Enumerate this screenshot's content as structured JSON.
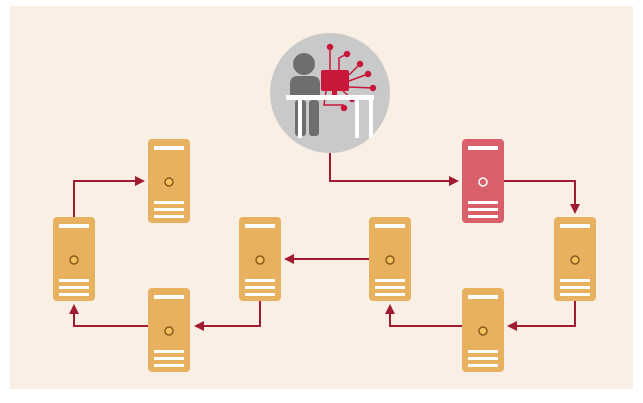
{
  "colors": {
    "background": "#f9efe4",
    "server_body": "#e8b15f",
    "server_slot": "#ffffff",
    "server_led_fill": "#f3c25f",
    "server_led_ring": "#8a5a1c",
    "compromised_server": "#d9606a",
    "arrow": "#a01b30",
    "operator_circle": "#c9c9c9",
    "person": "#6e6e6e",
    "monitor": "#c8173a",
    "desk": "#ffffff"
  },
  "icons": {
    "operator": "hacker-at-computer-icon",
    "server": "server-tower-icon",
    "compromised": "compromised-server-icon"
  },
  "diagram": {
    "servers": [
      {
        "id": "left-top",
        "state": "normal"
      },
      {
        "id": "left-outer",
        "state": "normal"
      },
      {
        "id": "left-bottom",
        "state": "normal"
      },
      {
        "id": "center-left",
        "state": "normal"
      },
      {
        "id": "center-right",
        "state": "normal"
      },
      {
        "id": "right-top",
        "state": "compromised"
      },
      {
        "id": "right-outer",
        "state": "normal"
      },
      {
        "id": "right-bottom",
        "state": "normal"
      }
    ],
    "connections": [
      {
        "from": "operator",
        "to": "right-top"
      },
      {
        "from": "right-top",
        "to": "right-outer"
      },
      {
        "from": "right-outer",
        "to": "right-bottom"
      },
      {
        "from": "right-bottom",
        "to": "center-right"
      },
      {
        "from": "center-right",
        "to": "center-left"
      },
      {
        "from": "center-left",
        "to": "left-bottom"
      },
      {
        "from": "left-bottom",
        "to": "left-outer"
      },
      {
        "from": "left-outer",
        "to": "left-top"
      }
    ]
  }
}
